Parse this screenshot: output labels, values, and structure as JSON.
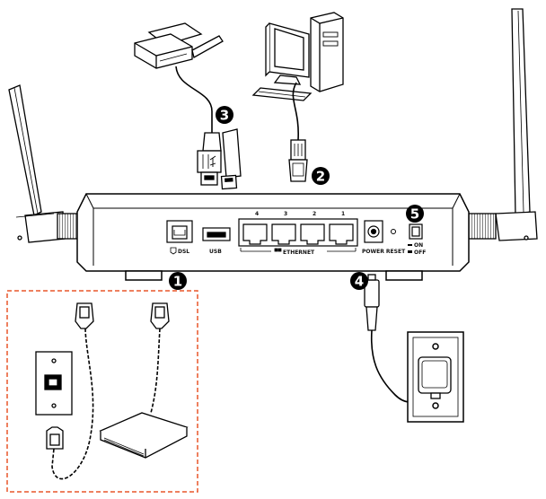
{
  "ports": {
    "dsl": "DSL",
    "usb": "USB",
    "ethernet": "ETHERNET",
    "power_reset": "POWER RESET",
    "on": "ON",
    "off": "OFF",
    "eth_numbers": [
      "4",
      "3",
      "2",
      "1"
    ]
  },
  "callouts": [
    "1",
    "2",
    "3",
    "4",
    "5"
  ],
  "colors": {
    "line": "#000000",
    "dashed_box": "#e8572a",
    "callout_fill": "#000000"
  }
}
